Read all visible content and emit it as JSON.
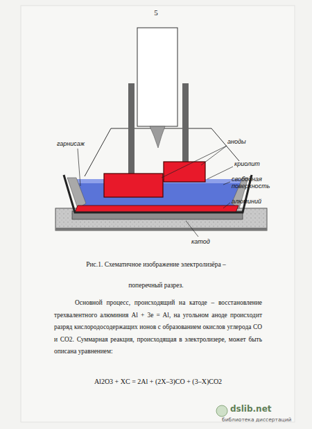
{
  "diagram": {
    "caption": "Рис.1. Схематичное изображение электролизёра – поперечный разрез.",
    "labels": [
      "5",
      "гарнисаж",
      "аноды",
      "криолит",
      "свободная поверхность",
      "алюминий",
      "катод",
      "Основной процесс, происходящий на катоде – восстановление трехвалентного алюминия Al + 3e = Al, на угольном аноде происходит разряд кислородосодержащих ионов с образованием окислов углерода CO и CO2. Суммарная реакция, происходящая в электролизере, может быть описана уравнением:",
      "Al2O3 + XC = 2Al + (2X–3)CO + (3–X)CO2",
      "dslib.net",
      "библиотека диссертаций"
    ]
  }
}
